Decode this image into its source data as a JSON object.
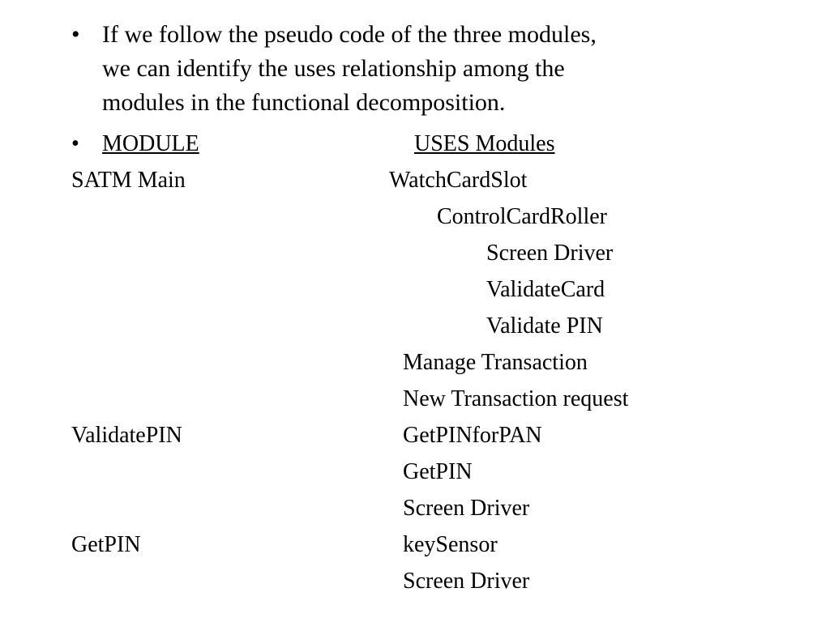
{
  "intro": {
    "bullet": "•",
    "lines": [
      "If we follow the pseudo code of the three modules,",
      "we can identify the uses relationship among the",
      "modules in the functional decomposition."
    ]
  },
  "table_header": {
    "bullet": "•",
    "module_label": "MODULE",
    "uses_label": "USES Modules"
  },
  "rows": [
    {
      "module": "SATM Main",
      "uses": [
        "WatchCardSlot",
        "ControlCardRoller",
        "Screen Driver",
        "ValidateCard",
        "Validate PIN",
        "Manage Transaction",
        "New Transaction request"
      ]
    },
    {
      "module": "ValidatePIN",
      "uses": [
        "GetPINforPAN",
        "GetPIN",
        "Screen Driver"
      ]
    },
    {
      "module": "GetPIN",
      "uses": [
        "keySensor",
        "Screen Driver"
      ]
    }
  ]
}
